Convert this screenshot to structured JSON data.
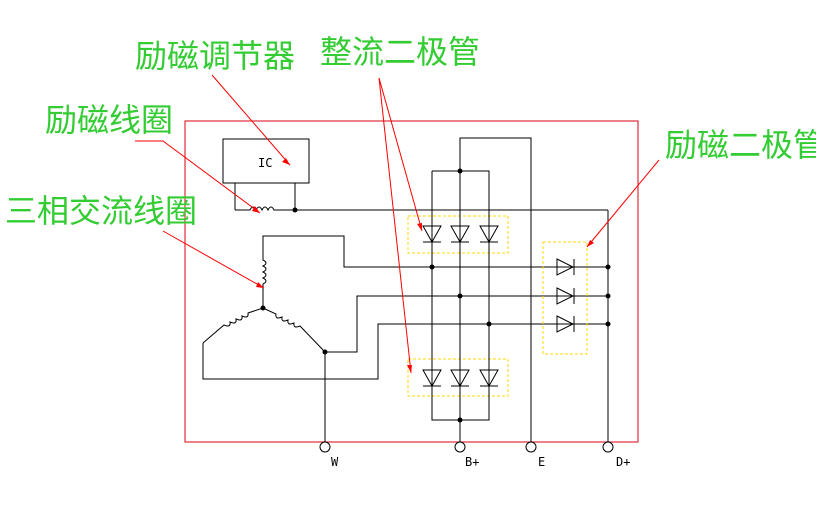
{
  "labels": {
    "regulator": "励磁调节器",
    "field_coil": "励磁线圈",
    "stator": "三相交流线圈",
    "rectifier": "整流二极管",
    "exciter_diodes": "励磁二极管"
  },
  "ic_text": "IC",
  "terminals": {
    "w": "W",
    "b_plus": "B+",
    "e": "E",
    "d_plus": "D+"
  },
  "colors": {
    "label": "#33cc33",
    "leader": "#ff0000",
    "frame": "#e0303a",
    "wire": "#000000",
    "diode_group": "#ffd700"
  }
}
